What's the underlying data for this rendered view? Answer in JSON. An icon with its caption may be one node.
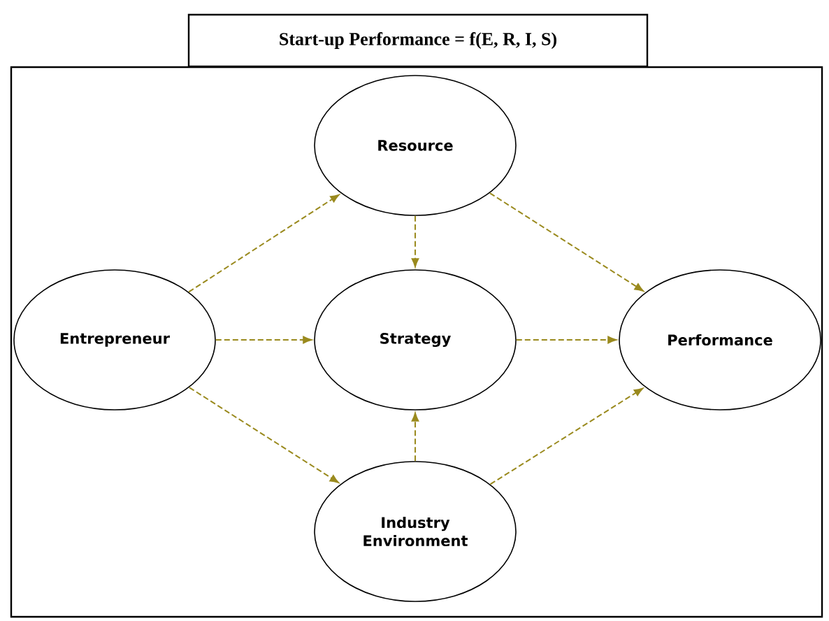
{
  "diagram": {
    "title": "Start-up Performance = f(E, R, I, S)",
    "nodes": [
      {
        "text": [
          "Resource"
        ]
      },
      {
        "text": [
          "Entrepreneur"
        ]
      },
      {
        "text": [
          "Strategy"
        ]
      },
      {
        "text": [
          "Performance"
        ]
      },
      {
        "text": [
          "Industry Environment"
        ]
      }
    ],
    "edges": [
      {
        "from": 1,
        "to": 0,
        "arrow": "to"
      },
      {
        "from": 0,
        "to": 2,
        "arrow": "to"
      },
      {
        "from": 0,
        "to": 3,
        "arrow": "to"
      },
      {
        "from": 1,
        "to": 2,
        "arrow": "to"
      },
      {
        "from": 2,
        "to": 3,
        "arrow": "to"
      },
      {
        "from": 1,
        "to": 4,
        "arrow": "to"
      },
      {
        "from": 4,
        "to": 2,
        "arrow": "to"
      },
      {
        "from": 4,
        "to": 3,
        "arrow": "to"
      }
    ]
  }
}
